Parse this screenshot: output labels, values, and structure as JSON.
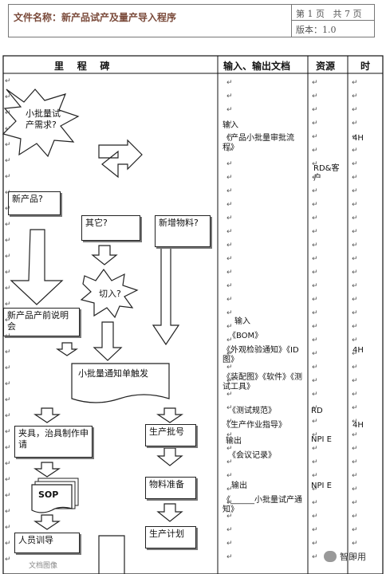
{
  "header": {
    "doc_title": "文件名称：新产品试产及量产导入程序",
    "page": "第 1 页   共 7 页",
    "version": "版本：1.0"
  },
  "table": {
    "col_milestone": "里    程    碑",
    "col_io": "输入、输出文档",
    "col_resource": "资源",
    "col_time": "时"
  },
  "marks": {
    "para": "↵"
  },
  "flow": {
    "q_trial": "小批量试产需求?",
    "q_new": "新产品?",
    "q_other": "其它?",
    "new_material": "新增物料?",
    "cut_in": "切入?",
    "new_product_desc": "新产品产前说明会",
    "trigger": "小批量通知单触发",
    "fixture": "夹具，治具制作申请",
    "batch_no": "生产批号",
    "sop": "SOP",
    "material_prep": "物料准备",
    "training": "人员训导",
    "prod_plan": "生产计划"
  },
  "io": {
    "input1": "输入",
    "flow_doc": "《产品小批量审批流程》",
    "input2": "输入",
    "bom": "《BOM》",
    "insp": "《外观检验通知》《ID 图》",
    "assembly": "《装配图》《软件》《测试工具》",
    "test_spec": "《测试规范》",
    "work_guide": "《生产作业指导》",
    "output1": "输出",
    "meeting": "《会议记录》",
    "output2": "输出",
    "notice": "《______小批量试产通知》"
  },
  "resource": {
    "rd_customer": "RD&客户",
    "rd": "RD",
    "npi1": "NPI E",
    "npi2": "NPI E"
  },
  "time": {
    "t1": "4H",
    "t2": "4H",
    "t3": "4H"
  },
  "footer": {
    "watermark": "文档图像",
    "brand": "智即用"
  }
}
